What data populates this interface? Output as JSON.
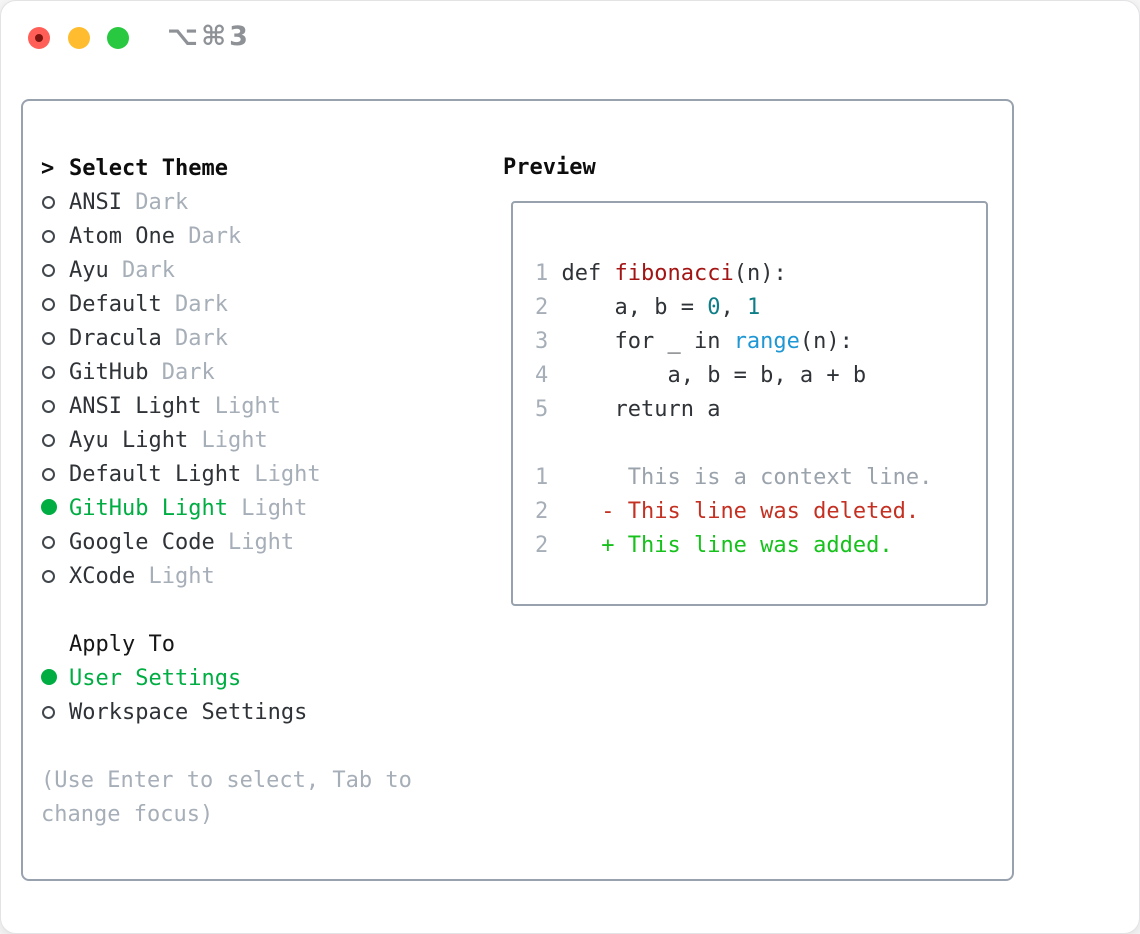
{
  "window": {
    "title": "⌥⌘3",
    "title_color": "#8e9297",
    "traffic_lights": [
      {
        "name": "close",
        "color": "#ff5f57",
        "unsaved_dot_color": "#7c1510"
      },
      {
        "name": "minimize",
        "color": "#febc2e"
      },
      {
        "name": "zoom",
        "color": "#28c840"
      }
    ]
  },
  "theme_picker": {
    "header_marker": ">",
    "header": "Select Theme",
    "items": [
      {
        "label": "ANSI",
        "tag": "Dark",
        "selected": false
      },
      {
        "label": "Atom One",
        "tag": "Dark",
        "selected": false
      },
      {
        "label": "Ayu",
        "tag": "Dark",
        "selected": false
      },
      {
        "label": "Default",
        "tag": "Dark",
        "selected": false
      },
      {
        "label": "Dracula",
        "tag": "Dark",
        "selected": false
      },
      {
        "label": "GitHub",
        "tag": "Dark",
        "selected": false
      },
      {
        "label": "ANSI Light",
        "tag": "Light",
        "selected": false
      },
      {
        "label": "Ayu Light",
        "tag": "Light",
        "selected": false
      },
      {
        "label": "Default Light",
        "tag": "Light",
        "selected": false
      },
      {
        "label": "GitHub Light",
        "tag": "Light",
        "selected": true
      },
      {
        "label": "Google Code",
        "tag": "Light",
        "selected": false
      },
      {
        "label": "XCode",
        "tag": "Light",
        "selected": false
      }
    ],
    "apply_to": {
      "header": "Apply To",
      "options": [
        {
          "label": "User Settings",
          "selected": true
        },
        {
          "label": "Workspace Settings",
          "selected": false
        }
      ]
    },
    "hint_lines": [
      "(Use Enter to select, Tab to",
      "change focus)"
    ]
  },
  "preview": {
    "header": "Preview",
    "code_lines": [
      {
        "num": "1",
        "tokens": [
          {
            "text": "def ",
            "color": "plain"
          },
          {
            "text": "fibonacci",
            "color": "func"
          },
          {
            "text": "(n):",
            "color": "plain"
          }
        ]
      },
      {
        "num": "2",
        "tokens": [
          {
            "text": "    a, b = ",
            "color": "plain"
          },
          {
            "text": "0",
            "color": "num"
          },
          {
            "text": ", ",
            "color": "plain"
          },
          {
            "text": "1",
            "color": "num"
          }
        ]
      },
      {
        "num": "3",
        "tokens": [
          {
            "text": "    for _ in ",
            "color": "plain"
          },
          {
            "text": "range",
            "color": "builtin"
          },
          {
            "text": "(n):",
            "color": "plain"
          }
        ]
      },
      {
        "num": "4",
        "tokens": [
          {
            "text": "        a, b = b, a + b",
            "color": "plain"
          }
        ]
      },
      {
        "num": "5",
        "tokens": [
          {
            "text": "    return a",
            "color": "plain"
          }
        ]
      }
    ],
    "diff_lines": [
      {
        "num": "1",
        "text": "     This is a context line.",
        "type": "context"
      },
      {
        "num": "2",
        "text": "   - This line was deleted.",
        "type": "deleted"
      },
      {
        "num": "2",
        "text": "   + This line was added.",
        "type": "added"
      }
    ]
  },
  "colors": {
    "selection_green": "#00ad42",
    "added_green": "#16c11c",
    "deleted_red": "#c43122",
    "function_red": "#a31515",
    "number_teal": "#0e7e86",
    "builtin_blue": "#1f97d4",
    "muted_gray": "#a6aeb8",
    "text_dark": "#2f3337",
    "panel_border": "#98a2ae"
  }
}
